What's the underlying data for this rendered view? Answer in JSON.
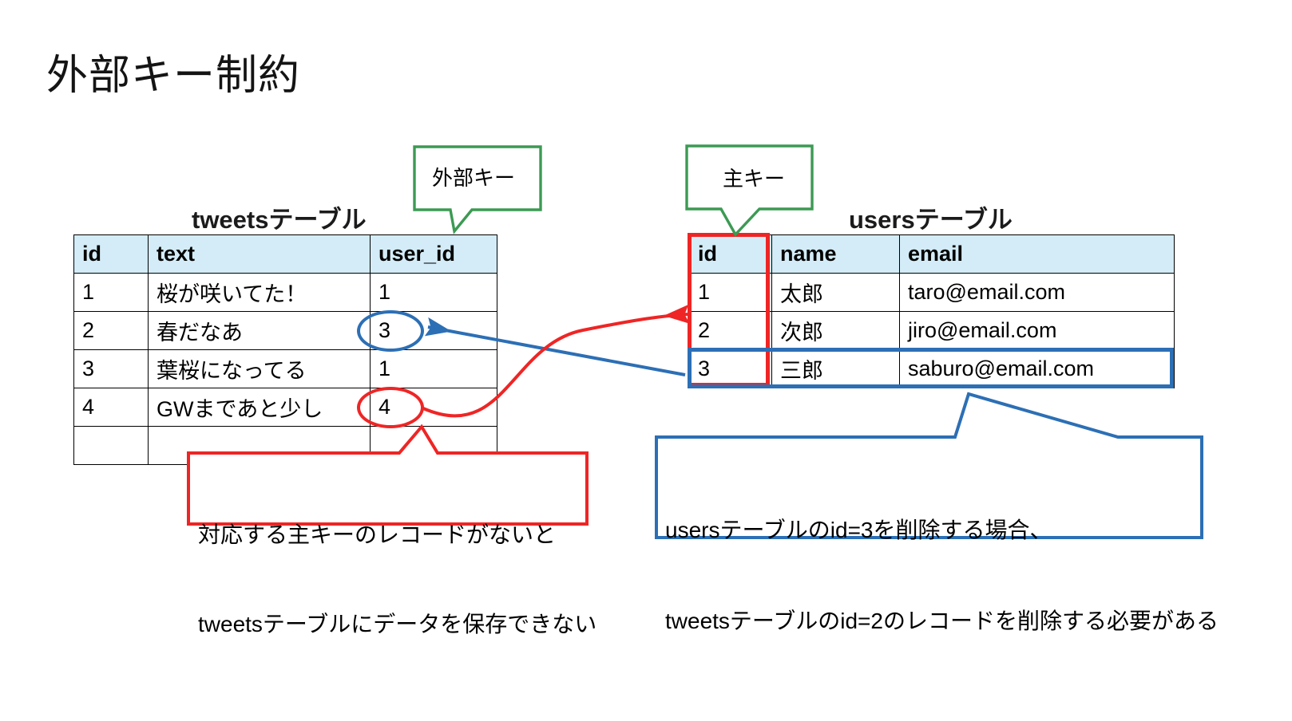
{
  "slide": {
    "title": "外部キー制約",
    "background_color": "#ffffff"
  },
  "colors": {
    "header_fill": "#d3ecf7",
    "grid_line": "#000000",
    "green_callout": "#3c9a53",
    "red_accent": "#ef2525",
    "blue_accent": "#2c6fb5"
  },
  "tweets_table": {
    "title": "tweetsテーブル",
    "columns": [
      "id",
      "text",
      "user_id"
    ],
    "rows": [
      [
        "1",
        "桜が咲いてた！",
        "1"
      ],
      [
        "2",
        "春だなあ",
        "3"
      ],
      [
        "3",
        "葉桜になってる",
        "1"
      ],
      [
        "4",
        "GWまであと少し",
        "4"
      ],
      [
        "",
        "",
        ""
      ]
    ]
  },
  "users_table": {
    "title": "usersテーブル",
    "columns": [
      "id",
      "name",
      "email"
    ],
    "rows": [
      [
        "1",
        "太郎",
        "taro@email.com"
      ],
      [
        "2",
        "次郎",
        "jiro@email.com"
      ],
      [
        "3",
        "三郎",
        "saburo@email.com"
      ]
    ]
  },
  "callouts": {
    "foreign_key_label": "外部キー",
    "primary_key_label": "主キー",
    "red_note_line1": "対応する主キーのレコードがないと",
    "red_note_line2": "tweetsテーブルにデータを保存できない",
    "blue_note_line1": "usersテーブルのid=3を削除する場合、",
    "blue_note_line2": "tweetsテーブルのid=2のレコードを削除する必要がある"
  },
  "annotations": {
    "fk_value_circled": "3",
    "fk_orphan_circled": "4",
    "pk_column_highlight": "id",
    "pk_row_highlight": "3"
  }
}
